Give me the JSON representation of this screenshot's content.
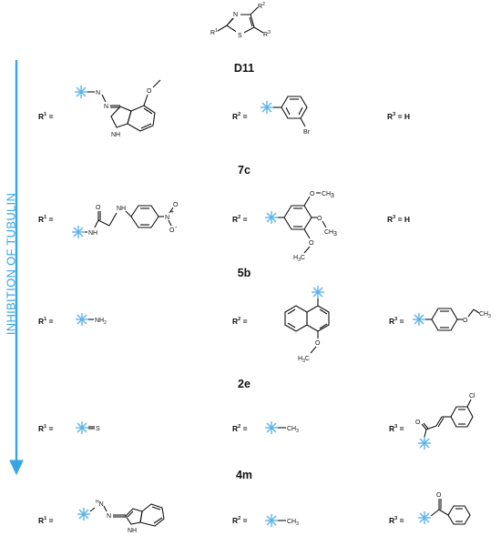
{
  "scaffold": {
    "r1": "R",
    "r1_sup": "1",
    "r2": "R",
    "r2_sup": "2",
    "r3": "R",
    "r3_sup": "3",
    "n": "N",
    "s": "S"
  },
  "axis": {
    "label": "INHIBITION OF TUBULIN",
    "color": "#35a5e6"
  },
  "compounds": [
    {
      "name": "D11",
      "r1_label": "R",
      "r1_sup": "1",
      "eq": "=",
      "r2_label": "R",
      "r2_sup": "2",
      "r3_label": "R",
      "r3_sup": "3",
      "r3_value": "H",
      "r1_atoms": {
        "n1": "N",
        "n2": "N",
        "nh": "NH",
        "o": "O"
      },
      "r2_atoms": {
        "br": "Br"
      }
    },
    {
      "name": "7c",
      "r1_label": "R",
      "r1_sup": "1",
      "eq": "=",
      "r2_label": "R",
      "r2_sup": "2",
      "r3_label": "R",
      "r3_sup": "3",
      "r3_value": "H",
      "r1_atoms": {
        "nh": "NH",
        "nh2": "NH",
        "o": "O",
        "n": "N",
        "nplus": "+",
        "o1": "O",
        "o2": "O",
        "ominus": "-"
      },
      "r2_atoms": {
        "o1": "O",
        "ch3a": "CH",
        "ch3a_sub": "3",
        "o2": "O",
        "ch3b": "CH",
        "ch3b_sub": "3",
        "o3": "O",
        "h3c": "H",
        "h3c_sub": "3",
        "h3c_c": "C"
      }
    },
    {
      "name": "5b",
      "r1_label": "R",
      "r1_sup": "1",
      "eq": "=",
      "r2_label": "R",
      "r2_sup": "2",
      "r3_label": "R",
      "r3_sup": "3",
      "r1_atoms": {
        "nh2": "NH",
        "nh2_sub": "2"
      },
      "r2_atoms": {
        "o": "O",
        "h3c": "H",
        "h3c_sub": "3",
        "h3c_c": "C"
      },
      "r3_atoms": {
        "o": "O",
        "ch3": "CH",
        "ch3_sub": "3"
      }
    },
    {
      "name": "2e",
      "r1_label": "R",
      "r1_sup": "1",
      "eq": "=",
      "r2_label": "R",
      "r2_sup": "2",
      "r3_label": "R",
      "r3_sup": "3",
      "r1_atoms": {
        "s": "S"
      },
      "r2_atoms": {
        "ch3": "CH",
        "ch3_sub": "3"
      },
      "r3_atoms": {
        "o": "O",
        "cl": "Cl"
      }
    },
    {
      "name": "4m",
      "r1_label": "R",
      "r1_sup": "1",
      "eq": "=",
      "r2_label": "R",
      "r2_sup": "2",
      "r3_label": "R",
      "r3_sup": "3",
      "r1_atoms": {
        "nh": "N",
        "nh_h": "H",
        "n": "N",
        "indole_nh": "NH"
      },
      "r2_atoms": {
        "ch3": "CH",
        "ch3_sub": "3"
      },
      "r3_atoms": {
        "o": "O"
      }
    }
  ]
}
